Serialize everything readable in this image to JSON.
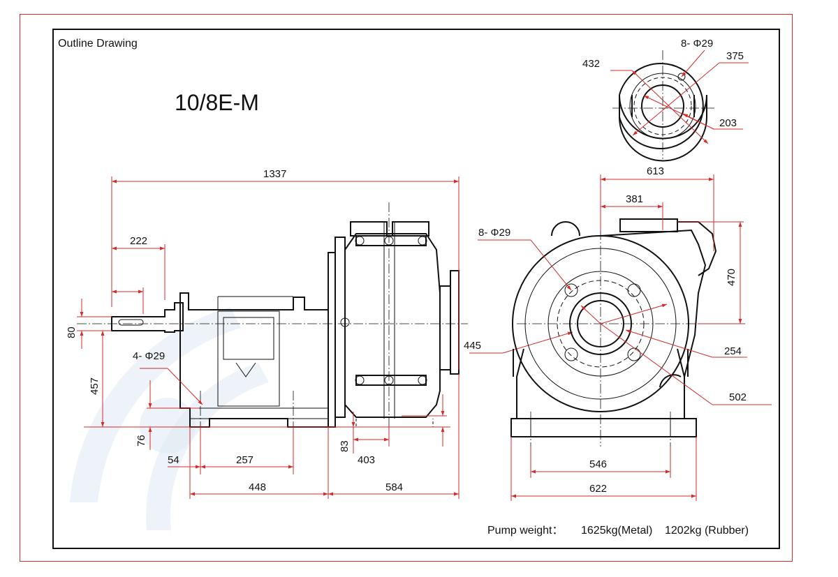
{
  "header": {
    "title": "Outline Drawing",
    "model": "10/8E-M"
  },
  "footer": {
    "weight_label": "Pump weight：",
    "weight_metal": "1625kg(Metal)",
    "weight_rubber": "1202kg (Rubber)"
  },
  "flange_view": {
    "holes": "8- Φ29",
    "d_432": "432",
    "d_375": "375",
    "d_203": "203"
  },
  "side_view": {
    "d_1337": "1337",
    "d_222": "222",
    "d_80": "80",
    "d_457": "457",
    "d_76": "76",
    "d_54": "54",
    "d_257": "257",
    "d_448": "448",
    "d_584": "584",
    "d_83": "83",
    "d_403": "403",
    "base_holes": "4- Φ29",
    "d_445": "445"
  },
  "end_view": {
    "d_613": "613",
    "d_381": "381",
    "d_470": "470",
    "holes": "8- Φ29",
    "d_254": "254",
    "d_502": "502",
    "d_546": "546",
    "d_622": "622"
  },
  "colors": {
    "dimension": "#d42a2a",
    "outline": "#111111",
    "frame": "#d42a2a"
  }
}
